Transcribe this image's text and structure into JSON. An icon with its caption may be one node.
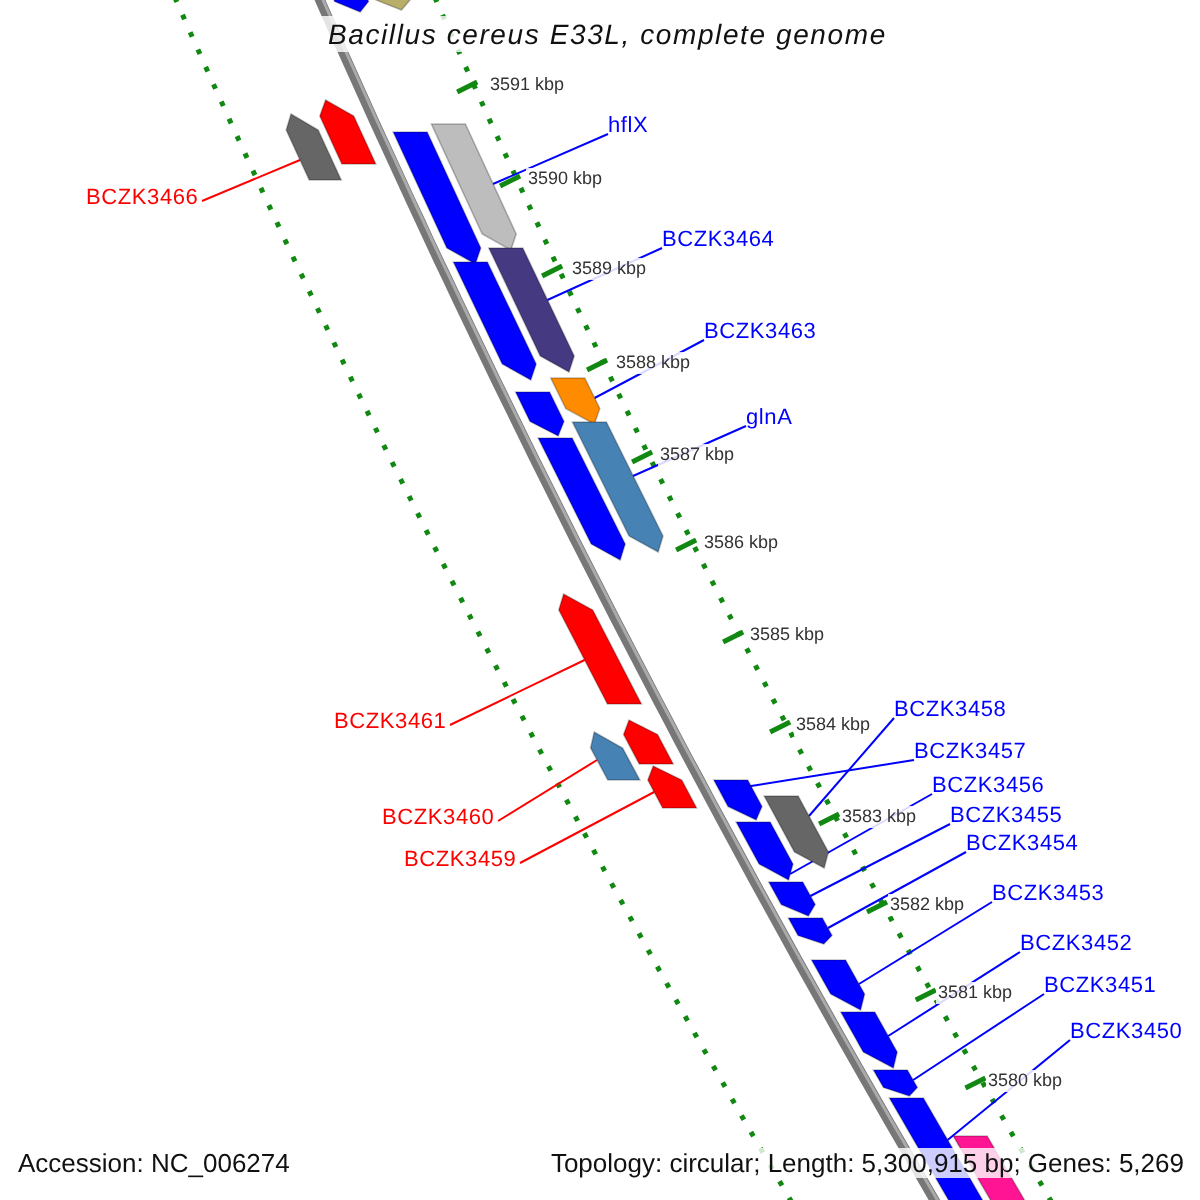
{
  "diagram": {
    "title": "Bacillus cereus E33L, complete genome",
    "nodes": [
      {
        "text": [
          "hflX"
        ]
      },
      {
        "text": [
          "BCZK3466"
        ]
      },
      {
        "text": [
          "BCZK3464"
        ]
      },
      {
        "text": [
          "BCZK3463"
        ]
      },
      {
        "text": [
          "glnA"
        ]
      },
      {
        "text": [
          "BCZK3458"
        ]
      },
      {
        "text": [
          "BCZK3461"
        ]
      },
      {
        "text": [
          "BCZK3457"
        ]
      },
      {
        "text": [
          "BCZK3456"
        ]
      },
      {
        "text": [
          "BCZK3455"
        ]
      },
      {
        "text": [
          "BCZK3460"
        ]
      },
      {
        "text": [
          "BCZK3454"
        ]
      },
      {
        "text": [
          "BCZK3459"
        ]
      },
      {
        "text": [
          "BCZK3453"
        ]
      },
      {
        "text": [
          "BCZK3452"
        ]
      },
      {
        "text": [
          "BCZK3451"
        ]
      },
      {
        "text": [
          "BCZK3450"
        ]
      },
      {
        "text": [],
        "shape": "arrow"
      },
      {
        "text": [],
        "shape": "arrow"
      },
      {
        "text": [],
        "shape": "arrow"
      },
      {
        "text": [],
        "shape": "arrow"
      },
      {
        "text": [],
        "shape": "arrow"
      },
      {
        "text": [],
        "shape": "arrow"
      },
      {
        "text": [],
        "shape": "arrow"
      },
      {
        "text": [],
        "shape": "arrow"
      },
      {
        "text": [],
        "shape": "arrow"
      },
      {
        "text": [],
        "shape": "arrow"
      },
      {
        "text": [],
        "shape": "arrow"
      },
      {
        "text": [],
        "shape": "arrow"
      },
      {
        "text": [],
        "shape": "arrow"
      },
      {
        "text": [],
        "shape": "arrow"
      },
      {
        "text": [],
        "shape": "arrow"
      },
      {
        "text": [],
        "shape": "arrow"
      },
      {
        "text": [],
        "shape": "arrow"
      },
      {
        "text": [],
        "shape": "arrow"
      },
      {
        "text": [],
        "shape": "arrow"
      },
      {
        "text": [],
        "shape": "arrow"
      },
      {
        "text": [],
        "shape": "arrow"
      },
      {
        "text": [],
        "shape": "arrow"
      },
      {
        "text": [],
        "shape": "arrow"
      },
      {
        "text": [],
        "shape": "arrow"
      },
      {
        "text": [],
        "shape": "arrow"
      },
      {
        "text": [],
        "shape": "arrow"
      }
    ],
    "edges": [
      {
        "from": 0,
        "to": 18,
        "arrow": "none"
      },
      {
        "from": 1,
        "to": 17,
        "arrow": "none",
        "color": "#ff0000"
      },
      {
        "from": 2,
        "to": 19,
        "arrow": "none"
      },
      {
        "from": 3,
        "to": 20,
        "arrow": "none"
      },
      {
        "from": 4,
        "to": 21,
        "arrow": "none"
      },
      {
        "from": 5,
        "to": 26,
        "arrow": "none"
      },
      {
        "from": 6,
        "to": 22,
        "arrow": "none",
        "color": "#ff0000"
      },
      {
        "from": 7,
        "to": 25,
        "arrow": "none"
      },
      {
        "from": 8,
        "to": 27,
        "arrow": "none"
      },
      {
        "from": 9,
        "to": 28,
        "arrow": "none"
      },
      {
        "from": 10,
        "to": 23,
        "arrow": "none",
        "color": "#ff0000"
      },
      {
        "from": 11,
        "to": 29,
        "arrow": "none"
      },
      {
        "from": 12,
        "to": 24,
        "arrow": "none",
        "color": "#ff0000"
      },
      {
        "from": 13,
        "to": 30,
        "arrow": "none"
      },
      {
        "from": 14,
        "to": 31,
        "arrow": "none"
      },
      {
        "from": 15,
        "to": 32,
        "arrow": "none"
      },
      {
        "from": 16,
        "to": 33,
        "arrow": "none"
      }
    ],
    "labels": [
      "3591 kbp",
      "3590 kbp",
      "3589 kbp",
      "3588 kbp",
      "3587 kbp",
      "3586 kbp",
      "3585 kbp",
      "3584 kbp",
      "3583 kbp",
      "3582 kbp",
      "3581 kbp",
      "3580 kbp",
      "Accession: NC_006274",
      "Topology: circular; Length: 5,300,915 bp; Genes: 5,269"
    ]
  }
}
